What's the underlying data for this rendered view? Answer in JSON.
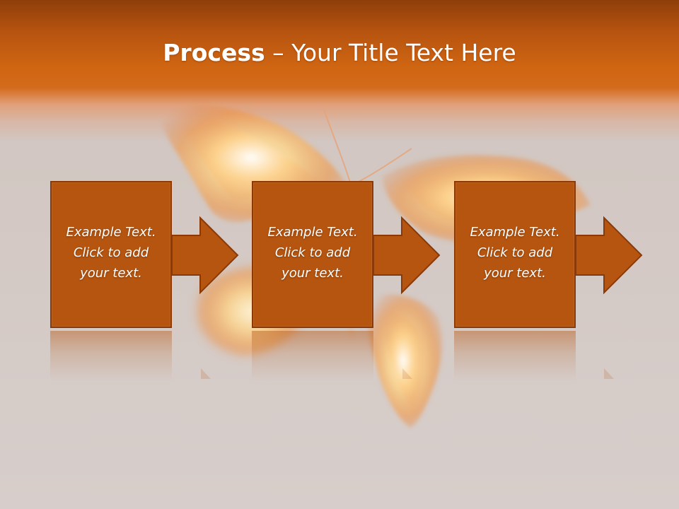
{
  "title": {
    "bold": "Process",
    "rest": " – Your Title Text Here"
  },
  "steps": [
    {
      "text": "Example Text.\nClick  to add\nyour text."
    },
    {
      "text": "Example Text.\nClick  to add\nyour text."
    },
    {
      "text": "Example Text.\nClick  to add\nyour text."
    }
  ],
  "colors": {
    "header": "#d06612",
    "box_fill": "#b55510",
    "box_border": "#8a3a08",
    "title_text": "#ffffff"
  },
  "decoration": {
    "background_image": "flaming-butterfly",
    "arrow_icon": "right-arrow-icon"
  }
}
